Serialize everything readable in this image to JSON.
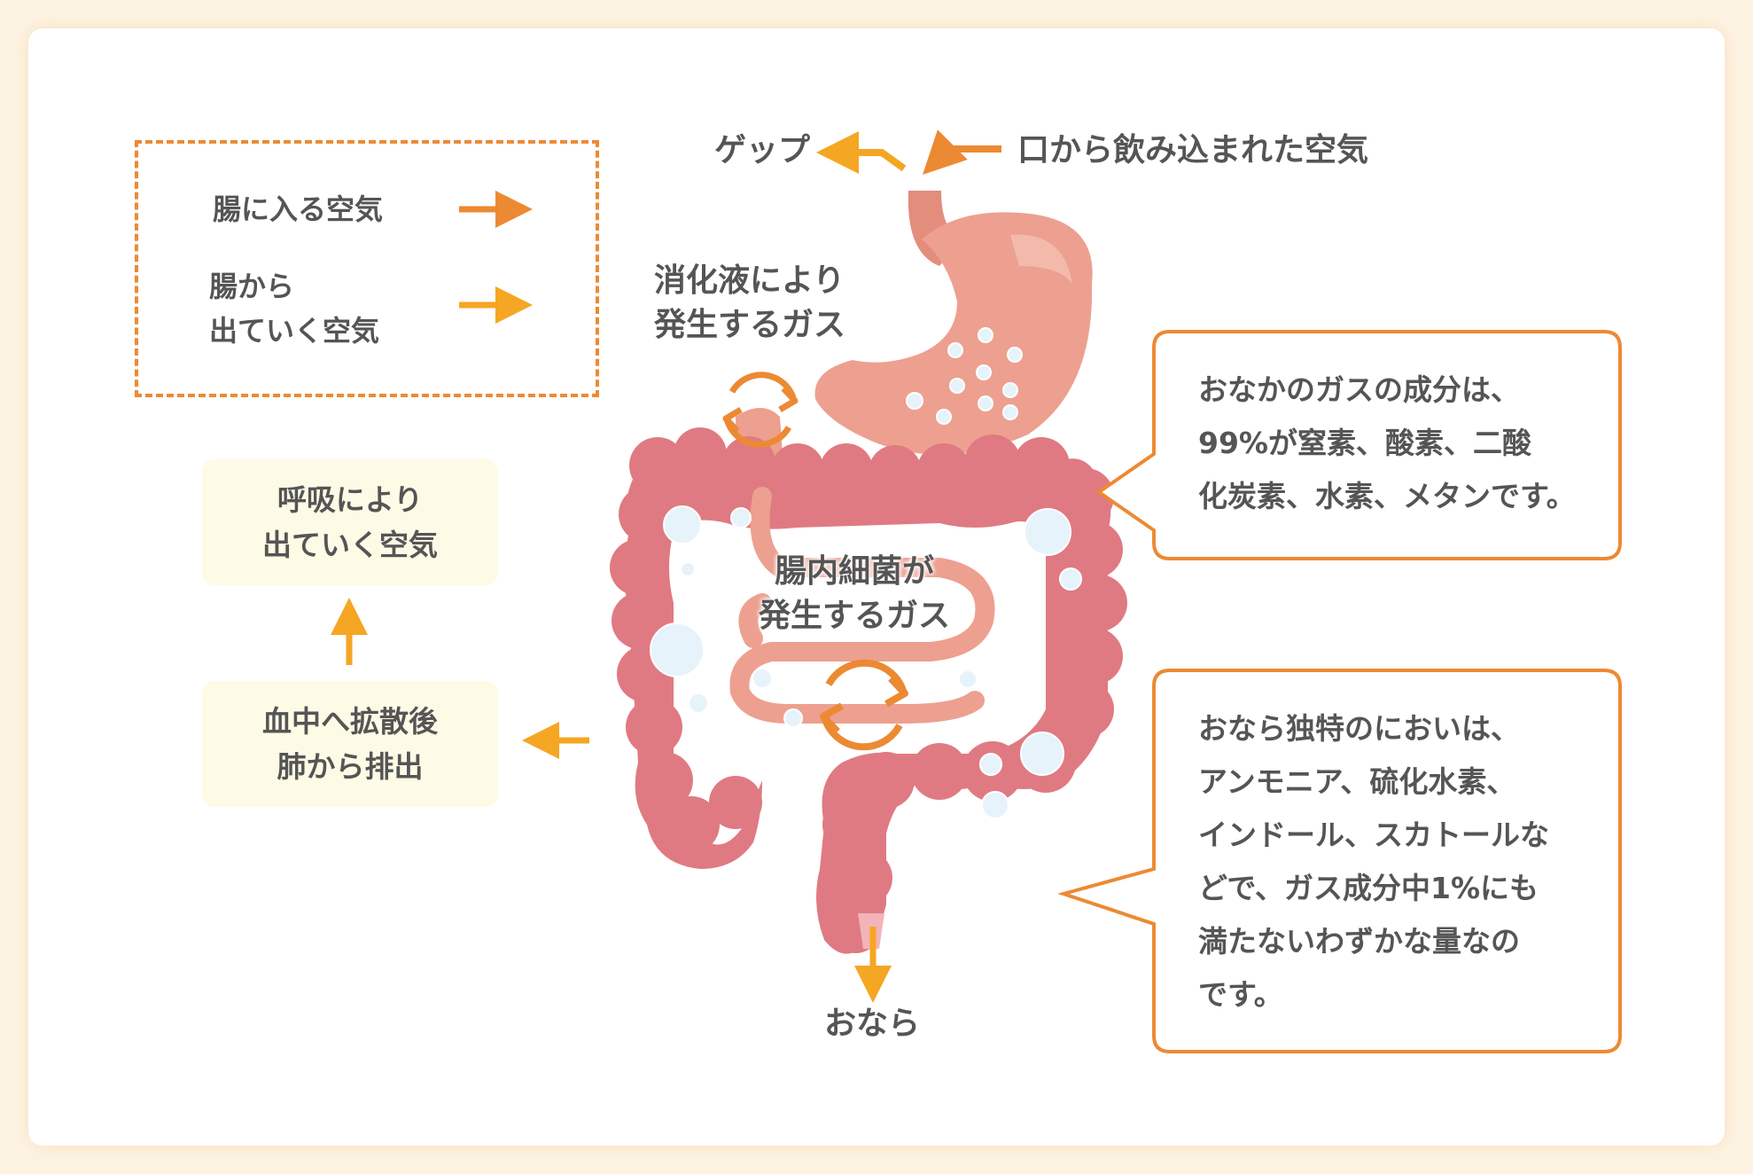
{
  "colors": {
    "in_arrow": "#ec8a33",
    "out_arrow": "#f5a623",
    "stomach": "#eda08f",
    "intestine": "#e07a82",
    "bubble": "#e6f3fb",
    "note_bg": "#fdfbe6"
  },
  "legend": {
    "in_label": "腸に入る空気",
    "out_label": "腸から\n出ていく空気"
  },
  "top": {
    "burp": "ゲップ",
    "swallowed_air": "口から飲み込まれた空気"
  },
  "labels": {
    "digestive_gas": "消化液により\n発生するガス",
    "bacteria_gas": "腸内細菌が\n発生するガス",
    "fart": "おなら"
  },
  "notes": {
    "breath": "呼吸により\n出ていく空気",
    "blood": "血中へ拡散後\n肺から排出"
  },
  "callouts": {
    "composition": "おなかのガスの成分は、\n99%が窒素、酸素、二酸\n化炭素、水素、メタンです。",
    "odor": "おなら独特のにおいは、\nアンモニア、硫化水素、\nインドール、スカトールな\nどで、ガス成分中1%にも\n満たないわずかな量なの\nです。"
  }
}
